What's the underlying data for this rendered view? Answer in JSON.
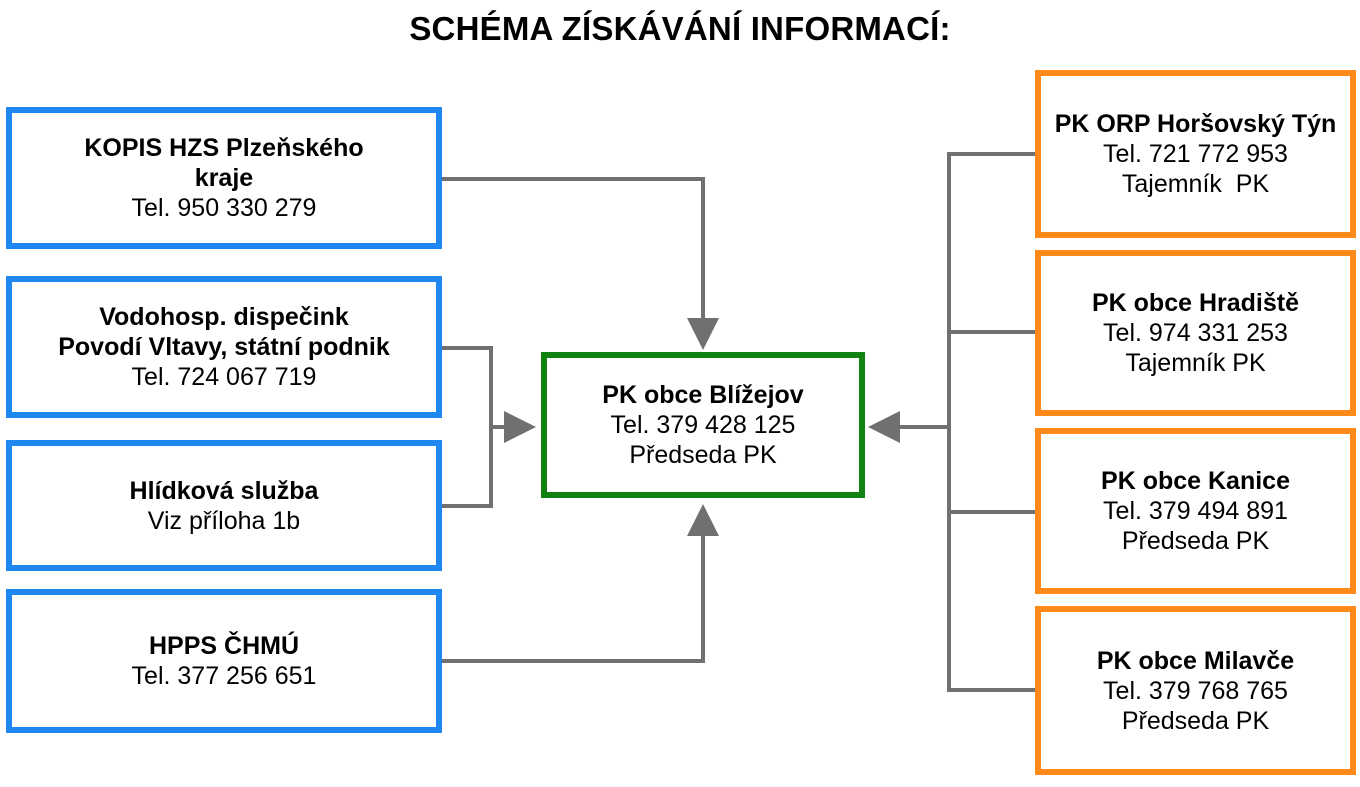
{
  "title": "SCHÉMA ZÍSKÁVÁNÍ INFORMACÍ:",
  "colors": {
    "source_border": "#1e88f0",
    "center_border": "#118211",
    "target_border": "#ff8a1a",
    "connector": "#707070"
  },
  "center": {
    "name": "PK obce Blížejov",
    "phone": "Tel. 379 428 125",
    "role": "Předseda PK"
  },
  "sources": [
    {
      "name_line1": "KOPIS HZS Plzeňského",
      "name_line2": "kraje",
      "phone": "Tel. 950 330 279"
    },
    {
      "name_line1": "Vodohosp. dispečink",
      "name_line2": "Povodí Vltavy, státní podnik",
      "phone": "Tel. 724 067 719"
    },
    {
      "name_line1": "Hlídková služba",
      "phone": "Viz příloha 1b"
    },
    {
      "name_line1": "HPPS ČHMÚ",
      "phone": "Tel. 377 256 651"
    }
  ],
  "targets": [
    {
      "name": "PK ORP Horšovský Týn",
      "phone": "Tel. 721 772 953",
      "role": "Tajemník  PK"
    },
    {
      "name": "PK obce Hradiště",
      "phone": "Tel. 974 331 253",
      "role": "Tajemník PK"
    },
    {
      "name": "PK obce Kanice",
      "phone": "Tel. 379 494 891",
      "role": "Předseda PK"
    },
    {
      "name": "PK obce Milavče",
      "phone": "Tel. 379 768 765",
      "role": "Předseda PK"
    }
  ]
}
